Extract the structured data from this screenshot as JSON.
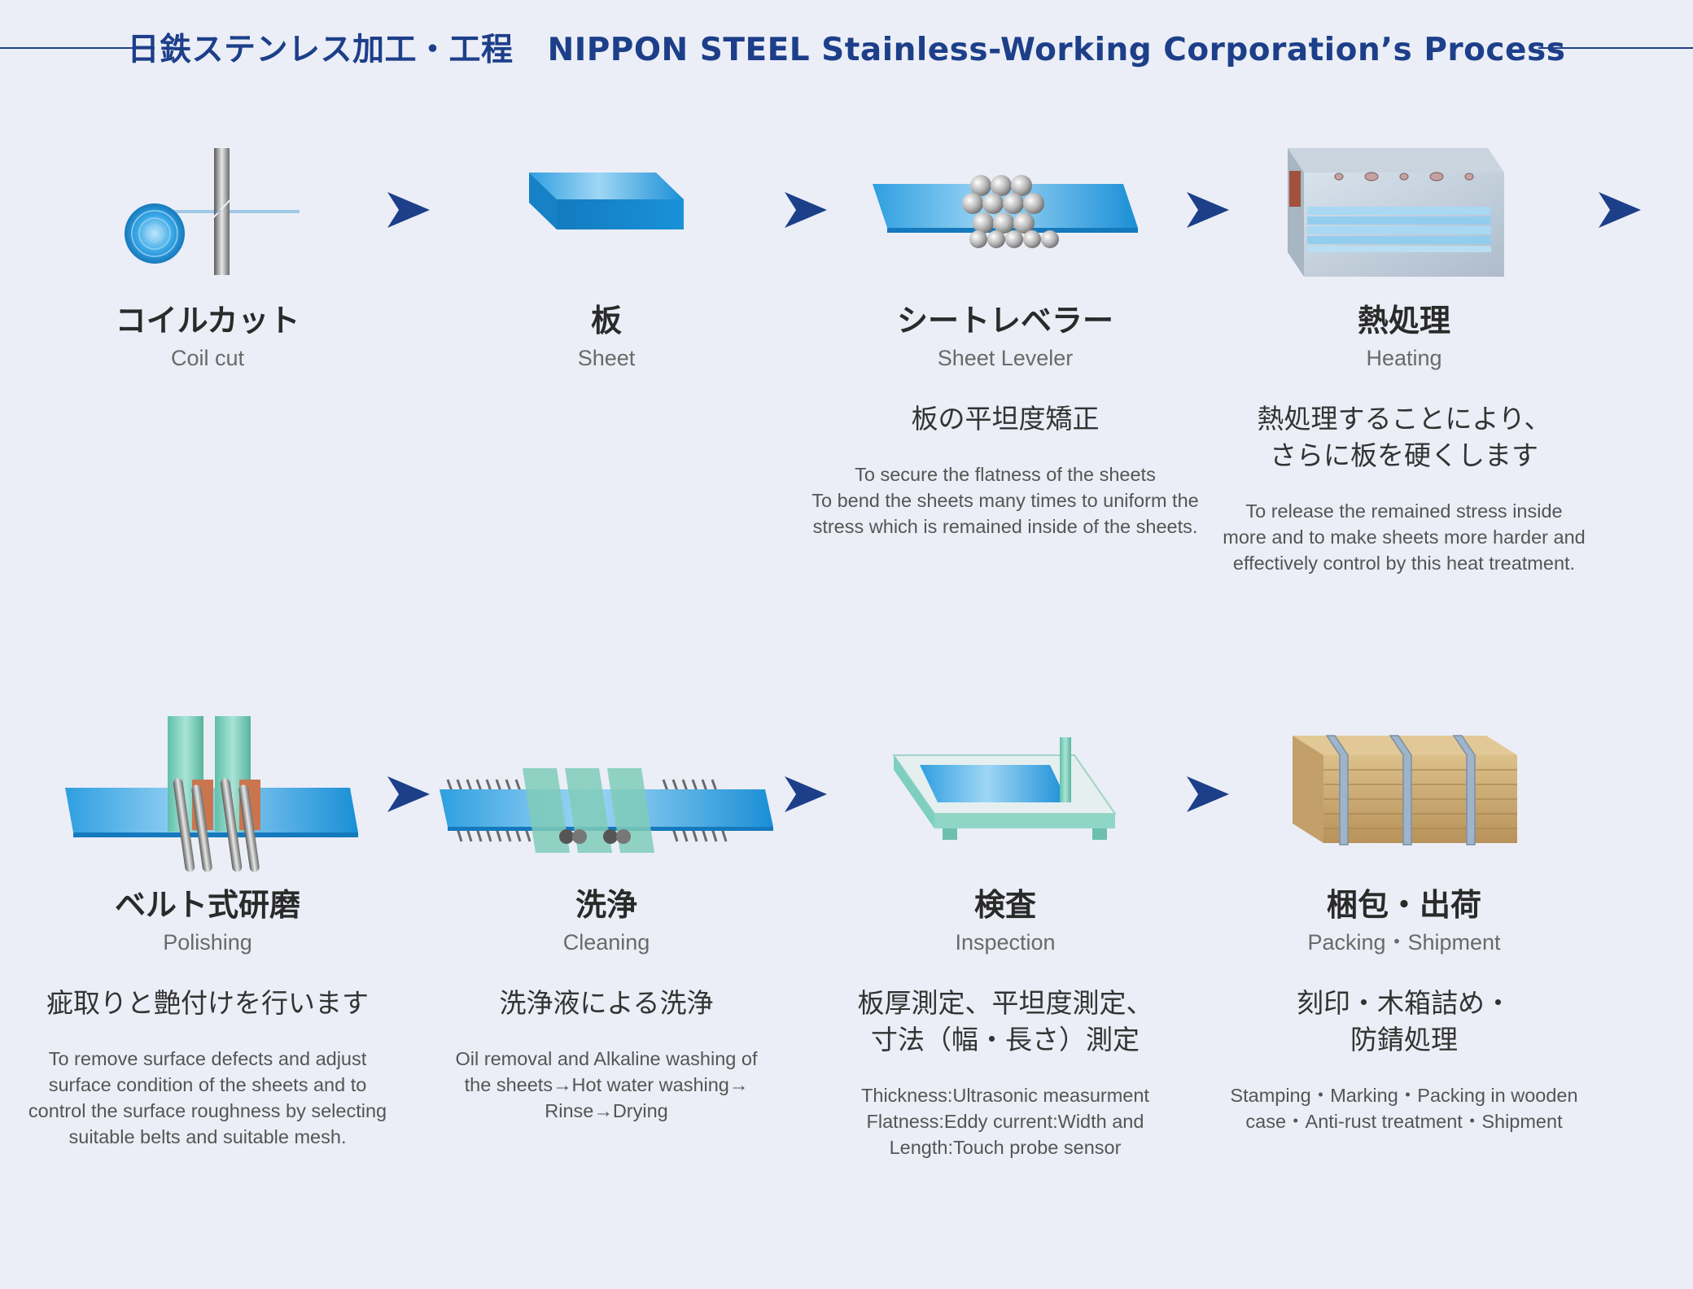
{
  "header": {
    "title_jp": "日鉄ステンレス加工・工程",
    "title_en": "NIPPON STEEL Stainless-Working Corporation’s Process"
  },
  "colors": {
    "accent": "#1d3f8a",
    "sheet_blue": "#1a96dc",
    "machine_teal": "#7ecfbf",
    "packing_wood": "#c9a96a"
  },
  "steps": [
    {
      "icon": "coil-cut-icon",
      "title_jp": "コイルカット",
      "title_en": "Coil cut",
      "desc_jp": [],
      "desc_en": []
    },
    {
      "icon": "sheet-icon",
      "title_jp": "板",
      "title_en": "Sheet",
      "desc_jp": [],
      "desc_en": []
    },
    {
      "icon": "sheet-leveler-icon",
      "title_jp": "シートレベラー",
      "title_en": "Sheet Leveler",
      "desc_jp": [
        "板の平坦度矯正"
      ],
      "desc_en": [
        "To secure the flatness of the sheets",
        "To bend the sheets many times to uniform the",
        "stress which is remained inside of the sheets."
      ]
    },
    {
      "icon": "heating-furnace-icon",
      "title_jp": "熱処理",
      "title_en": "Heating",
      "desc_jp": [
        "熱処理することにより、",
        "さらに板を硬くします"
      ],
      "desc_en": [
        "To release the remained stress inside",
        "more and to make sheets more harder and",
        "effectively control by this heat treatment."
      ]
    },
    {
      "icon": "belt-polishing-icon",
      "title_jp": "ベルト式研磨",
      "title_en": "Polishing",
      "desc_jp": [
        "疵取りと艶付けを行います"
      ],
      "desc_en": [
        "To remove surface defects and adjust",
        "surface condition of the sheets and to",
        "control the surface roughness by selecting",
        "suitable belts and suitable mesh."
      ]
    },
    {
      "icon": "cleaning-line-icon",
      "title_jp": "洗浄",
      "title_en": "Cleaning",
      "desc_jp": [
        "洗浄液による洗浄"
      ],
      "desc_en": [
        "Oil removal and Alkaline washing of",
        "the sheets→Hot water washing→",
        "Rinse→Drying"
      ]
    },
    {
      "icon": "inspection-table-icon",
      "title_jp": "検査",
      "title_en": "Inspection",
      "desc_jp": [
        "板厚測定、平坦度測定、",
        "寸法（幅・長さ）測定"
      ],
      "desc_en": [
        "Thickness:Ultrasonic measurment",
        "Flatness:Eddy current:Width and",
        "Length:Touch probe sensor"
      ]
    },
    {
      "icon": "wooden-crate-icon",
      "title_jp": "梱包・出荷",
      "title_en": "Packing・Shipment",
      "desc_jp": [
        "刻印・木箱詰め・",
        "防錆処理"
      ],
      "desc_en": [
        "Stamping・Marking・Packing in wooden",
        "case・Anti-rust treatment・Shipment"
      ]
    }
  ]
}
